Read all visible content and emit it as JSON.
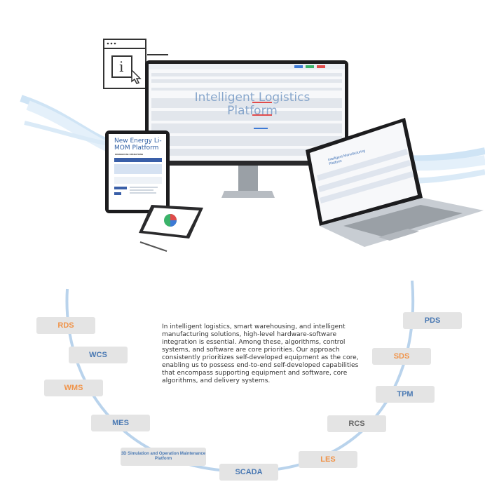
{
  "hero": {
    "monitor_title": "Intelligent Logistics Platform",
    "tablet_title": "New Energy Li-MOM Platform",
    "tablet_subtitle": "WAREHOUSE OPERATIONS",
    "laptop_title": "Intelligent Manufacturing Platform"
  },
  "description": "In intelligent logistics, smart warehousing, and intelligent manufacturing solutions, high-level hardware-software integration is essential. Among these, algorithms, control systems, and software are core priorities. Our approach consistently prioritizes self-developed equipment as the core, enabling us to possess end-to-end self-developed capabilities that encompass supporting equipment and software, core algorithms, and delivery systems.",
  "modules": {
    "rds": "RDS",
    "wcs": "WCS",
    "wms": "WMS",
    "mes": "MES",
    "sim": "3D Simulation and Operation Maintenance Platform",
    "scada": "SCADA",
    "les": "LES",
    "rcs": "RCS",
    "tpm": "TPM",
    "sds": "SDS",
    "pds": "PDS"
  },
  "colors": {
    "blue_label": "#4a79b3",
    "orange_label": "#f0944a",
    "gray_label": "#666666",
    "arc": "#b9d3ec",
    "chip_bg": "#e4e4e4"
  }
}
